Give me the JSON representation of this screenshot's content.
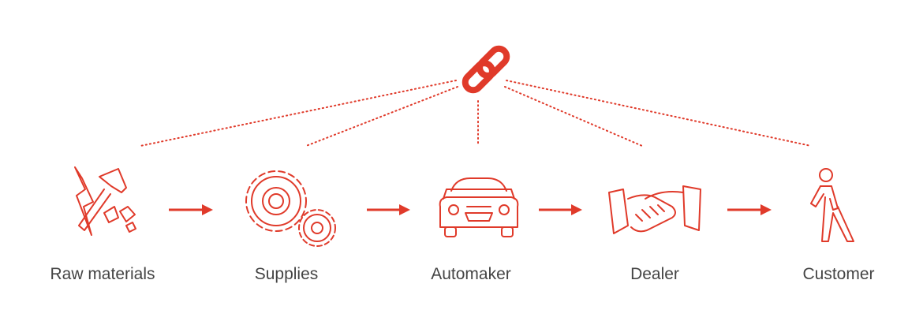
{
  "accent_color": "#e03a2a",
  "text_color": "#444444",
  "hub": {
    "icon": "chain-link-icon"
  },
  "stages": [
    {
      "label": "Raw materials",
      "icon": "rock-hammer-icon"
    },
    {
      "label": "Supplies",
      "icon": "gears-icon"
    },
    {
      "label": "Automaker",
      "icon": "car-icon"
    },
    {
      "label": "Dealer",
      "icon": "handshake-icon"
    },
    {
      "label": "Customer",
      "icon": "walking-person-icon"
    }
  ]
}
